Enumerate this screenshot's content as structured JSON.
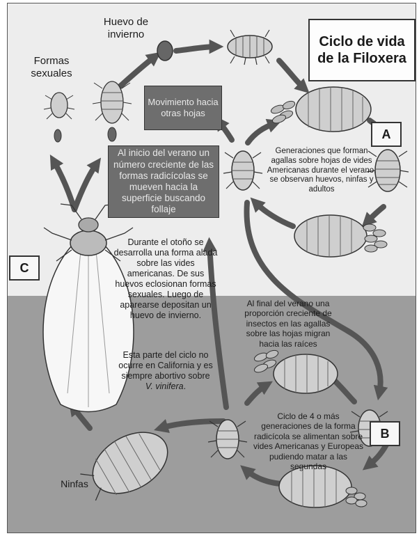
{
  "title": "Ciclo de vida de la Filoxera",
  "labels": {
    "huevo_invierno": "Huevo de invierno",
    "formas_sexuales": "Formas sexuales",
    "ninfas": "Ninfas"
  },
  "markers": {
    "a": "A",
    "b": "B",
    "c": "C"
  },
  "boxes": {
    "movimiento": "Movimiento hacia otras hojas",
    "inicio_verano": "Al inicio del verano un número creciente de las formas radicícolas se mueven hacia la superficie buscando follaje"
  },
  "texts": {
    "generaciones_agallas": "Generaciones que forman agallas sobre hojas de vides Americanas durante el verano, se observan huevos, ninfas y adultos",
    "otono": "Durante el otoño se desarrolla una forma alada sobre las vides americanas. De sus huevos eclosionan formas sexuales. Luego de aparearse depositan un huevo de invierno.",
    "california_pre": "Esta parte del ciclo no ocurre en California y es siempre abortivo sobre",
    "california_species": "V. vinifera",
    "california_post": ".",
    "final_verano": "Al final del verano una proporción creciente de insectos en las agallas sobre las hojas migran hacia las raíces",
    "ciclo_raices": "Ciclo de 4 o más generaciones de la forma radicícola se alimentan sobre vides Americanas y Europeas pudiendo matar a las segundas"
  },
  "colors": {
    "background": "#ededed",
    "soil": "#9d9d9d",
    "arrow": "#555555",
    "dark_box": "#6e6e6e",
    "insect_fill": "#cfcfcf",
    "insect_stroke": "#333333"
  },
  "icons": [
    "winter-egg-icon",
    "larva-icon",
    "winged-adult-icon",
    "sexual-form-icon",
    "egg-cluster-icon",
    "nymph-icon"
  ]
}
